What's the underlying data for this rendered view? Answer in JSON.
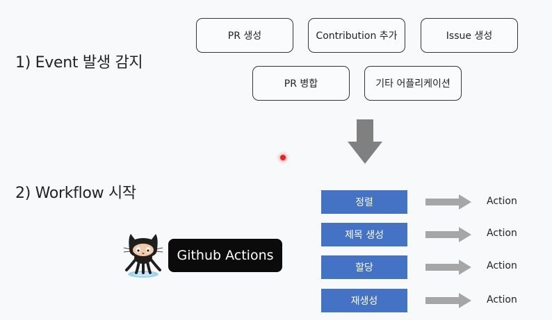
{
  "steps": {
    "event_detection": "1) Event 발생 감지",
    "workflow_start": "2) Workflow 시작"
  },
  "events": [
    "PR 생성",
    "Contribution 추가",
    "Issue 생성",
    "PR 병합",
    "기타 어플리케이션"
  ],
  "workflow_tasks": [
    {
      "label": "정렬",
      "result": "Action"
    },
    {
      "label": "제목 생성",
      "result": "Action"
    },
    {
      "label": "할당",
      "result": "Action"
    },
    {
      "label": "재생성",
      "result": "Action"
    }
  ],
  "github_actions": "Github Actions",
  "colors": {
    "task_fill": "#4472c4",
    "arrow_gray": "#a6a6a6",
    "badge_bg": "#0b0b0b",
    "laser_dot": "#e8231f",
    "background": "#f8f9fb"
  },
  "icons": [
    "octocat-icon",
    "down-arrow-icon",
    "right-arrow-icon"
  ]
}
